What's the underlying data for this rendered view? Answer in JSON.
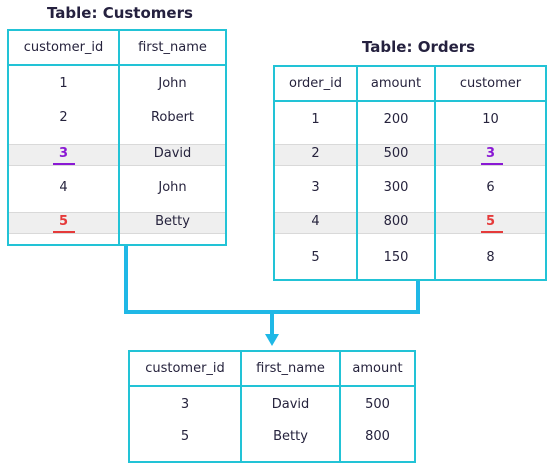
{
  "customers": {
    "title": "Table: Customers",
    "headers": [
      "customer_id",
      "first_name"
    ],
    "rows": [
      [
        "1",
        "John"
      ],
      [
        "2",
        "Robert"
      ],
      [
        "3",
        "David"
      ],
      [
        "4",
        "John"
      ],
      [
        "5",
        "Betty"
      ]
    ]
  },
  "orders": {
    "title": "Table: Orders",
    "headers": [
      "order_id",
      "amount",
      "customer"
    ],
    "rows": [
      [
        "1",
        "200",
        "10"
      ],
      [
        "2",
        "500",
        "3"
      ],
      [
        "3",
        "300",
        "6"
      ],
      [
        "4",
        "800",
        "5"
      ],
      [
        "5",
        "150",
        "8"
      ]
    ]
  },
  "result": {
    "headers": [
      "customer_id",
      "first_name",
      "amount"
    ],
    "rows": [
      [
        "3",
        "David",
        "500"
      ],
      [
        "5",
        "Betty",
        "800"
      ]
    ]
  },
  "colors": {
    "border": "#22c3d6",
    "connector": "#1fb8e6",
    "match_purple": "#8a19d4",
    "match_red": "#e53a3a",
    "highlight_row": "#efefef"
  }
}
